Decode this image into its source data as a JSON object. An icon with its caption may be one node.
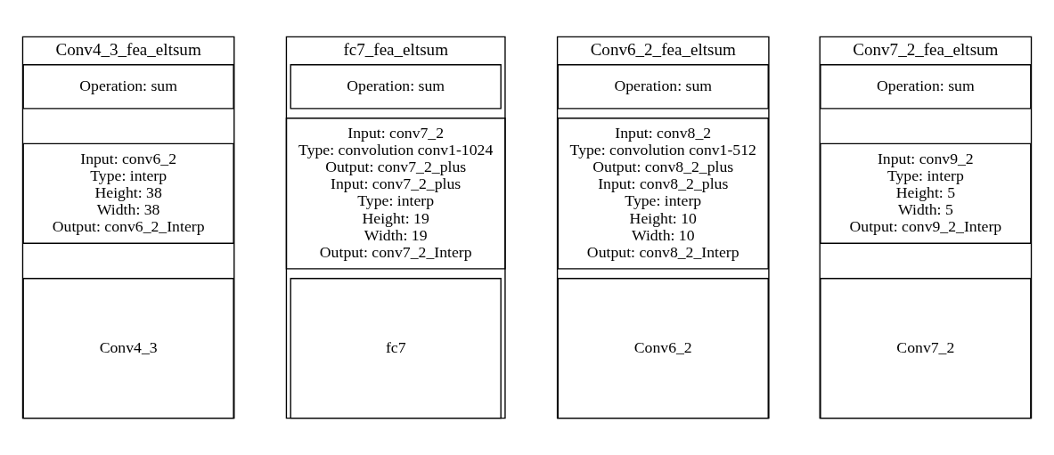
{
  "diagram": {
    "nodes": [
      {
        "text": [
          "Conv4_3_fea_eltsum"
        ]
      },
      {
        "text": [
          "Operation: sum"
        ],
        "in": 0
      },
      {
        "text": [
          "Input: conv6_2",
          "Type: interp",
          "Height: 38",
          "Width: 38",
          "Output: conv6_2_Interp"
        ],
        "in": 0
      },
      {
        "text": [
          "Conv4_3"
        ],
        "in": 0
      },
      {
        "text": [
          "fc7_fea_eltsum"
        ]
      },
      {
        "text": [
          "Operation: sum"
        ],
        "in": 4
      },
      {
        "text": [
          "Input: conv7_2",
          "Type: convolution conv1-1024",
          "Output: conv7_2_plus",
          "Input: conv7_2_plus",
          "Type: interp",
          "Height: 19",
          "Width: 19",
          "Output: conv7_2_Interp"
        ],
        "in": 4
      },
      {
        "text": [
          "fc7"
        ],
        "in": 4
      },
      {
        "text": [
          "Conv6_2_fea_eltsum"
        ]
      },
      {
        "text": [
          "Operation: sum"
        ],
        "in": 8
      },
      {
        "text": [
          "Input: conv8_2",
          "Type: convolution conv1-512",
          "Output: conv8_2_plus",
          "Input: conv8_2_plus",
          "Type: interp",
          "Height: 10",
          "Width: 10",
          "Output: conv8_2_Interp"
        ],
        "in": 8
      },
      {
        "text": [
          "Conv6_2"
        ],
        "in": 8
      },
      {
        "text": [
          "Conv7_2_fea_eltsum"
        ]
      },
      {
        "text": [
          "Operation: sum"
        ],
        "in": 12
      },
      {
        "text": [
          "Input: conv9_2",
          "Type: interp",
          "Height: 5",
          "Width: 5",
          "Output: conv9_2_Interp"
        ],
        "in": 12
      },
      {
        "text": [
          "Conv7_2"
        ],
        "in": 12
      }
    ],
    "edges": []
  }
}
